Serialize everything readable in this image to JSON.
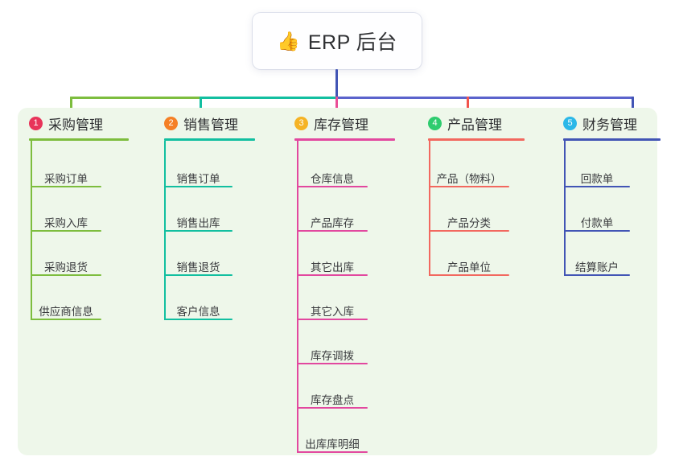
{
  "diagram": {
    "title": "ERP 后台",
    "root": {
      "icon": "thumbs-up-icon",
      "emoji": "👍",
      "label": "ERP 后台"
    },
    "panel_color": "#eef7ea",
    "trunk_color": "#4255b5",
    "bus_segments": [
      {
        "color": "#7dbd3e"
      },
      {
        "color": "#12bfa0"
      },
      {
        "color": "#5b63cc"
      }
    ],
    "columns": [
      {
        "number": "1",
        "label": "采购管理",
        "badge_color": "#e8345a",
        "line_color": "#7dbd3e",
        "drop_color": "#7dbd3e",
        "items": [
          {
            "label": "采购订单"
          },
          {
            "label": "采购入库"
          },
          {
            "label": "采购退货"
          },
          {
            "label": "供应商信息"
          }
        ]
      },
      {
        "number": "2",
        "label": "销售管理",
        "badge_color": "#f58026",
        "line_color": "#12bfa0",
        "drop_color": "#12bfa0",
        "items": [
          {
            "label": "销售订单"
          },
          {
            "label": "销售出库"
          },
          {
            "label": "销售退货"
          },
          {
            "label": "客户信息"
          }
        ]
      },
      {
        "number": "3",
        "label": "库存管理",
        "badge_color": "#f5b325",
        "line_color": "#e2489f",
        "drop_color": "#ea4f97",
        "items": [
          {
            "label": "仓库信息"
          },
          {
            "label": "产品库存"
          },
          {
            "label": "其它出库"
          },
          {
            "label": "其它入库"
          },
          {
            "label": "库存调拨"
          },
          {
            "label": "库存盘点"
          },
          {
            "label": "出库库明细"
          }
        ]
      },
      {
        "number": "4",
        "label": "产品管理",
        "badge_color": "#2ecc6f",
        "line_color": "#f2685f",
        "drop_color": "#f2544c",
        "items": [
          {
            "label": "产品（物料）"
          },
          {
            "label": "产品分类"
          },
          {
            "label": "产品单位"
          }
        ]
      },
      {
        "number": "5",
        "label": "财务管理",
        "badge_color": "#2bb8e8",
        "line_color": "#4255b5",
        "drop_color": "#4255b5",
        "items": [
          {
            "label": "回款单"
          },
          {
            "label": "付款单"
          },
          {
            "label": "结算账户"
          }
        ]
      }
    ]
  }
}
